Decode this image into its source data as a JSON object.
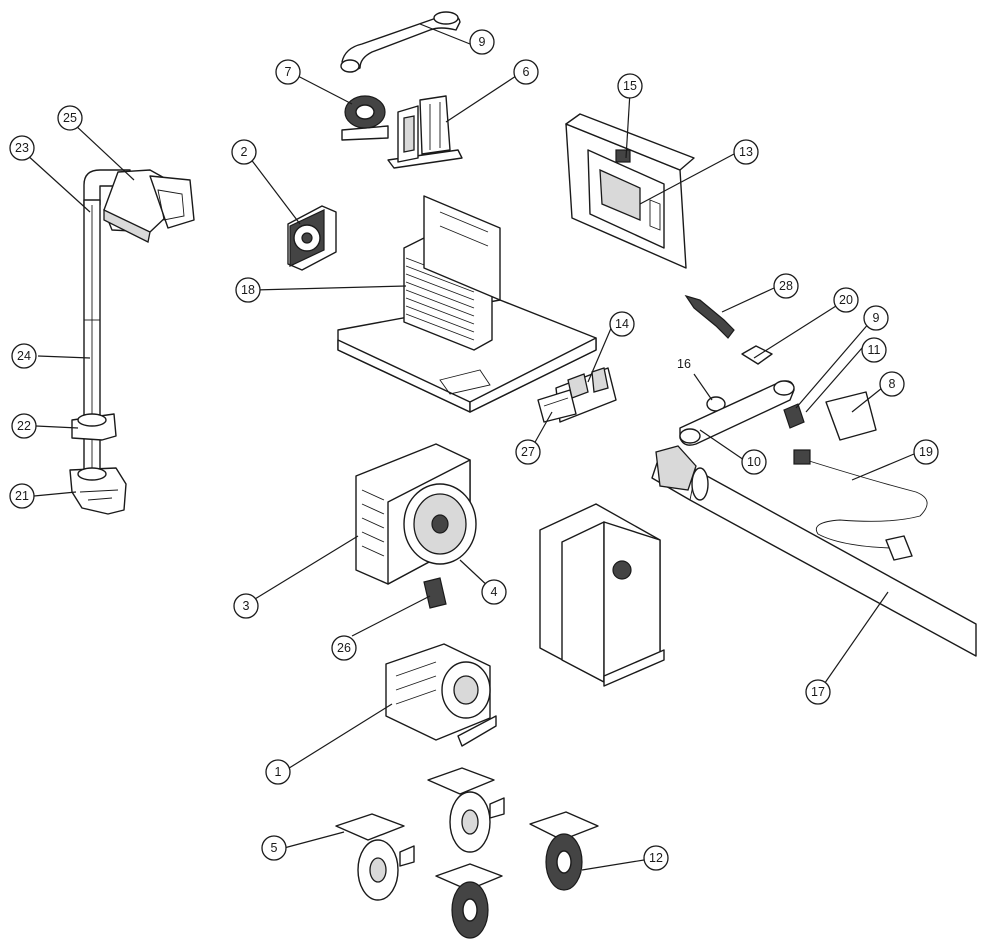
{
  "callouts": [
    {
      "label": "1"
    },
    {
      "label": "2"
    },
    {
      "label": "3"
    },
    {
      "label": "4"
    },
    {
      "label": "5"
    },
    {
      "label": "6"
    },
    {
      "label": "7"
    },
    {
      "label": "8"
    },
    {
      "label": "9"
    },
    {
      "label": "9"
    },
    {
      "label": "10"
    },
    {
      "label": "11"
    },
    {
      "label": "12"
    },
    {
      "label": "13"
    },
    {
      "label": "14"
    },
    {
      "label": "15"
    },
    {
      "label": "16"
    },
    {
      "label": "17"
    },
    {
      "label": "18"
    },
    {
      "label": "19"
    },
    {
      "label": "20"
    },
    {
      "label": "21"
    },
    {
      "label": "22"
    },
    {
      "label": "23"
    },
    {
      "label": "24"
    },
    {
      "label": "25"
    },
    {
      "label": "26"
    },
    {
      "label": "27"
    },
    {
      "label": "28"
    }
  ],
  "colors": {
    "line": "#1a1a1a",
    "fill": "#ffffff",
    "shade": "#d9d9d9",
    "dark": "#444444"
  }
}
